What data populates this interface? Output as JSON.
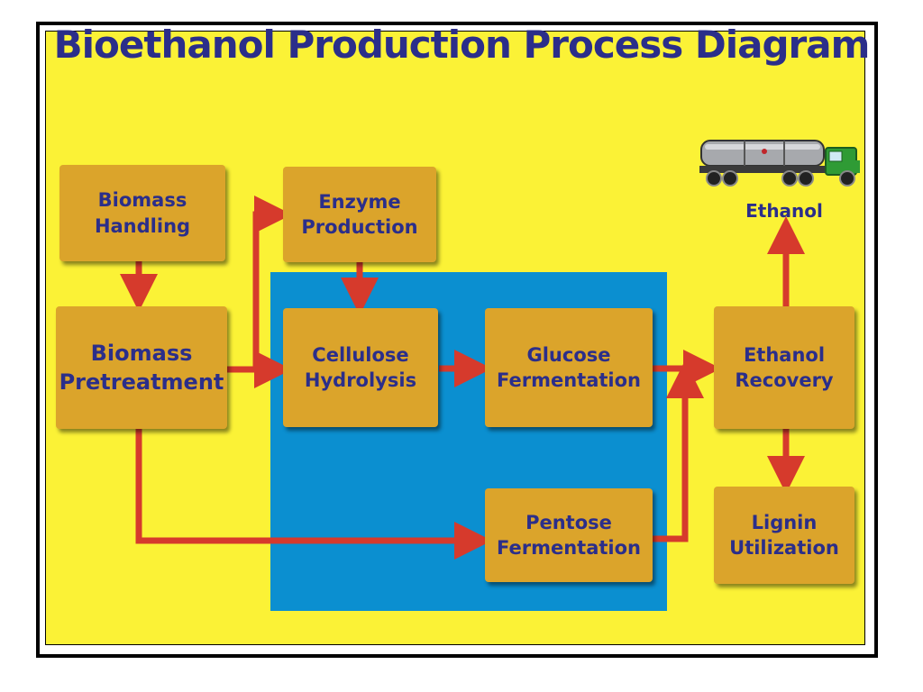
{
  "title": "Bioethanol Production Process Diagram",
  "boxes": {
    "biomass_handling": "Biomass\nHandling",
    "enzyme_production": "Enzyme\nProduction",
    "biomass_pretreatment": "Biomass\nPretreatment",
    "cellulose_hydrolysis": "Cellulose\nHydrolysis",
    "glucose_fermentation": "Glucose\nFermentation",
    "ethanol_recovery": "Ethanol\nRecovery",
    "pentose_fermentation": "Pentose\nFermentation",
    "lignin_utilization": "Lignin\nUtilization"
  },
  "output_label": "Ethanol",
  "icons": {
    "truck": "tanker-truck-icon"
  },
  "colors": {
    "background": "#fbf236",
    "box": "#dba42b",
    "text": "#2b2e8a",
    "region": "#0b8fd0",
    "arrow": "#d63a2c"
  }
}
